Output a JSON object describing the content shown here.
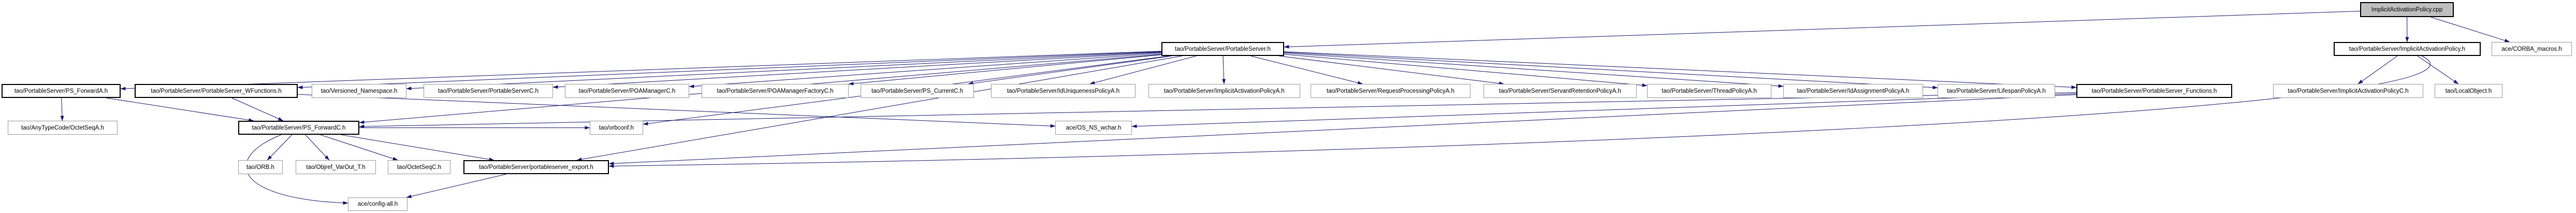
{
  "diagram": {
    "kind": "include-dependency-graph",
    "root_label": "ImplicitActivationPolicy.cpp",
    "edge_color": "#191970",
    "node_fill": "#ffffff",
    "root_fill": "#bfbfbf",
    "nodes": [
      {
        "id": "cpp",
        "label": "ImplicitActivationPolicy.cpp",
        "emphasis": true,
        "root": true
      },
      {
        "id": "iap_h",
        "label": "tao/PortableServer/ImplicitActivationPolicy.h",
        "emphasis": true,
        "root": false
      },
      {
        "id": "corba_macros",
        "label": "ace/CORBA_macros.h",
        "emphasis": false,
        "root": false
      },
      {
        "id": "ps_h",
        "label": "tao/PortableServer/PortableServer.h",
        "emphasis": true,
        "root": false
      },
      {
        "id": "ps_forward_a",
        "label": "tao/PortableServer/PS_ForwardA.h",
        "emphasis": true,
        "root": false
      },
      {
        "id": "wfunctions",
        "label": "tao/PortableServer/PortableServer_WFunctions.h",
        "emphasis": true,
        "root": false
      },
      {
        "id": "versioned_ns",
        "label": "tao/Versioned_Namespace.h",
        "emphasis": false,
        "root": false
      },
      {
        "id": "ps_c",
        "label": "tao/PortableServer/PortableServerC.h",
        "emphasis": false,
        "root": false
      },
      {
        "id": "poamanager_c",
        "label": "tao/PortableServer/POAManagerC.h",
        "emphasis": false,
        "root": false
      },
      {
        "id": "poamanagerfactory_c",
        "label": "tao/PortableServer/POAManagerFactoryC.h",
        "emphasis": false,
        "root": false
      },
      {
        "id": "ps_current_c",
        "label": "tao/PortableServer/PS_CurrentC.h",
        "emphasis": false,
        "root": false
      },
      {
        "id": "iduniq_a",
        "label": "tao/PortableServer/IdUniquenessPolicyA.h",
        "emphasis": false,
        "root": false
      },
      {
        "id": "iap_a",
        "label": "tao/PortableServer/ImplicitActivationPolicyA.h",
        "emphasis": false,
        "root": false
      },
      {
        "id": "reqproc_a",
        "label": "tao/PortableServer/RequestProcessingPolicyA.h",
        "emphasis": false,
        "root": false
      },
      {
        "id": "servret_a",
        "label": "tao/PortableServer/ServantRetentionPolicyA.h",
        "emphasis": false,
        "root": false
      },
      {
        "id": "thread_a",
        "label": "tao/PortableServer/ThreadPolicyA.h",
        "emphasis": false,
        "root": false
      },
      {
        "id": "idassign_a",
        "label": "tao/PortableServer/IdAssignmentPolicyA.h",
        "emphasis": false,
        "root": false
      },
      {
        "id": "lifespan_a",
        "label": "tao/PortableServer/LifespanPolicyA.h",
        "emphasis": false,
        "root": false
      },
      {
        "id": "ps_functions",
        "label": "tao/PortableServer/PortableServer_Functions.h",
        "emphasis": true,
        "root": false
      },
      {
        "id": "iap_c",
        "label": "tao/PortableServer/ImplicitActivationPolicyC.h",
        "emphasis": false,
        "root": false
      },
      {
        "id": "local_object",
        "label": "tao/LocalObject.h",
        "emphasis": false,
        "root": false
      },
      {
        "id": "octetseq_a",
        "label": "tao/AnyTypeCode/OctetSeqA.h",
        "emphasis": false,
        "root": false
      },
      {
        "id": "ps_forward_c",
        "label": "tao/PortableServer/PS_ForwardC.h",
        "emphasis": true,
        "root": false
      },
      {
        "id": "orbconf",
        "label": "tao/orbconf.h",
        "emphasis": false,
        "root": false
      },
      {
        "id": "os_ns_wchar",
        "label": "ace/OS_NS_wchar.h",
        "emphasis": false,
        "root": false
      },
      {
        "id": "orb",
        "label": "tao/ORB.h",
        "emphasis": false,
        "root": false
      },
      {
        "id": "objref",
        "label": "tao/Objref_VarOut_T.h",
        "emphasis": false,
        "root": false
      },
      {
        "id": "octetseq_c",
        "label": "tao/OctetSeqC.h",
        "emphasis": false,
        "root": false
      },
      {
        "id": "export",
        "label": "tao/PortableServer/portableserver_export.h",
        "emphasis": true,
        "root": false
      },
      {
        "id": "config_all",
        "label": "ace/config-all.h",
        "emphasis": false,
        "root": false
      }
    ],
    "edges": [
      {
        "from": "cpp",
        "to": "iap_h"
      },
      {
        "from": "cpp",
        "to": "corba_macros"
      },
      {
        "from": "cpp",
        "to": "ps_h"
      },
      {
        "from": "iap_h",
        "to": "iap_c"
      },
      {
        "from": "iap_h",
        "to": "local_object"
      },
      {
        "from": "iap_h",
        "to": "export"
      },
      {
        "from": "ps_h",
        "to": "ps_forward_a"
      },
      {
        "from": "ps_h",
        "to": "wfunctions"
      },
      {
        "from": "ps_h",
        "to": "versioned_ns"
      },
      {
        "from": "ps_h",
        "to": "ps_c"
      },
      {
        "from": "ps_h",
        "to": "poamanager_c"
      },
      {
        "from": "ps_h",
        "to": "poamanagerfactory_c"
      },
      {
        "from": "ps_h",
        "to": "ps_current_c"
      },
      {
        "from": "ps_h",
        "to": "iduniq_a"
      },
      {
        "from": "ps_h",
        "to": "iap_a"
      },
      {
        "from": "ps_h",
        "to": "reqproc_a"
      },
      {
        "from": "ps_h",
        "to": "servret_a"
      },
      {
        "from": "ps_h",
        "to": "thread_a"
      },
      {
        "from": "ps_h",
        "to": "idassign_a"
      },
      {
        "from": "ps_h",
        "to": "lifespan_a"
      },
      {
        "from": "ps_h",
        "to": "ps_functions"
      },
      {
        "from": "ps_h",
        "to": "ps_forward_c"
      },
      {
        "from": "ps_h",
        "to": "orbconf"
      },
      {
        "from": "ps_h",
        "to": "export"
      },
      {
        "from": "ps_forward_a",
        "to": "octetseq_a"
      },
      {
        "from": "ps_forward_a",
        "to": "ps_forward_c"
      },
      {
        "from": "wfunctions",
        "to": "ps_forward_c"
      },
      {
        "from": "wfunctions",
        "to": "os_ns_wchar"
      },
      {
        "from": "ps_functions",
        "to": "ps_forward_c"
      },
      {
        "from": "ps_functions",
        "to": "os_ns_wchar"
      },
      {
        "from": "ps_functions",
        "to": "export"
      },
      {
        "from": "ps_forward_c",
        "to": "orb"
      },
      {
        "from": "ps_forward_c",
        "to": "objref"
      },
      {
        "from": "ps_forward_c",
        "to": "octetseq_c"
      },
      {
        "from": "ps_forward_c",
        "to": "export"
      },
      {
        "from": "ps_forward_c",
        "to": "orbconf"
      },
      {
        "from": "ps_forward_c",
        "to": "config_all"
      },
      {
        "from": "export",
        "to": "config_all"
      }
    ]
  }
}
